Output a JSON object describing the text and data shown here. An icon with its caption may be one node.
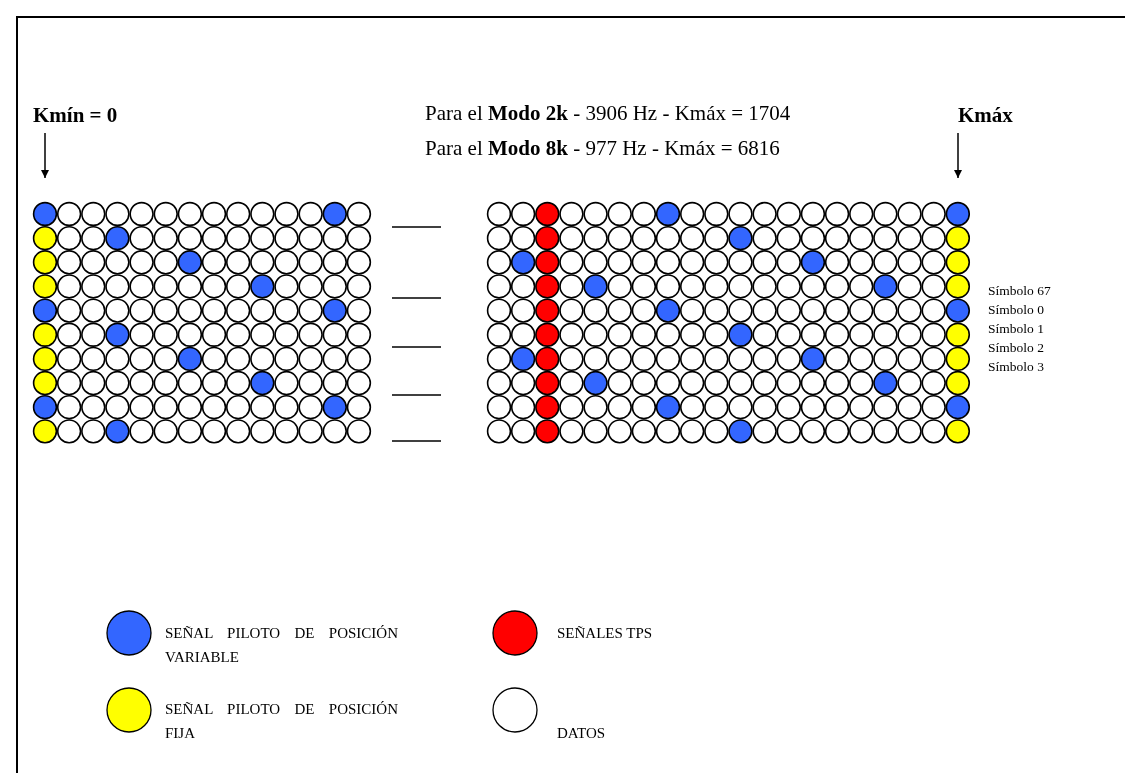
{
  "diagram": {
    "nodes": [
      {
        "text": [
          "Kmín = 0"
        ]
      },
      {
        "text": [
          "Kmáx"
        ]
      }
    ],
    "edges": [
      {
        "from": 0,
        "to": null,
        "arrow": "to"
      },
      {
        "from": 1,
        "to": null,
        "arrow": "to"
      }
    ],
    "labels": [
      "Para el **Modo 2k** - 3906 Hz - Kmáx = 1704",
      "Para el **Modo 8k** - 977 Hz - Kmáx = 6816",
      "Símbolo 67",
      "Símbolo 0",
      "Símbolo 1",
      "Símbolo 2",
      "Símbolo 3"
    ],
    "legend": [
      {
        "text": "SEÑAL PILOTO DE POSICIÓN VARIABLE",
        "color": "#3366ff"
      },
      {
        "text": "SEÑALES TPS",
        "color": "#ff0000"
      },
      {
        "text": "SEÑAL PILOTO DE POSICIÓN FIJA",
        "color": "#ffff00"
      },
      {
        "text": "DATOS",
        "color": "#ffffff"
      }
    ]
  }
}
